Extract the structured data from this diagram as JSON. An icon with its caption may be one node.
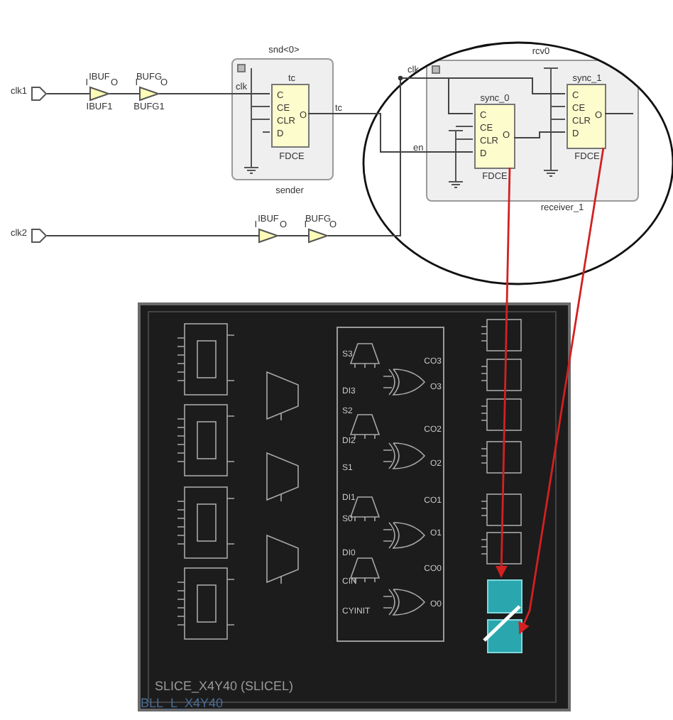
{
  "diagram": {
    "nodes": [
      {
        "text": [
          "clk1"
        ]
      },
      {
        "text": [
          "IBUF",
          "I",
          "O",
          "IBUF1"
        ]
      },
      {
        "text": [
          "BUFG",
          "I",
          "O",
          "BUFG1"
        ]
      },
      {
        "text": [
          "snd<0>",
          "sender"
        ]
      },
      {
        "text": [
          "tc",
          "C",
          "CE",
          "CLR",
          "D",
          "O",
          "FDCE"
        ],
        "in": 3
      },
      {
        "text": [
          "rcv0",
          "receiver_1"
        ]
      },
      {
        "text": [
          "sync_0",
          "C",
          "CE",
          "CLR",
          "D",
          "O",
          "FDCE"
        ],
        "in": 5
      },
      {
        "text": [
          "sync_1",
          "C",
          "CE",
          "CLR",
          "D",
          "O",
          "FDCE"
        ],
        "in": 5
      },
      {
        "text": [
          "clk2"
        ]
      },
      {
        "text": [
          "IBUF",
          "I",
          "O"
        ]
      },
      {
        "text": [
          "BUFG",
          "I",
          "O"
        ]
      },
      {
        "text": [
          "SLICE_X4Y40 (SLICEL)"
        ]
      },
      {
        "text": [
          "S3",
          "DI3",
          "S2",
          "DI2",
          "S1",
          "DI1",
          "S0",
          "DI0",
          "CIN",
          "CYINIT",
          "CO3",
          "O3",
          "CO2",
          "O2",
          "CO1",
          "O1",
          "CO0",
          "O0"
        ],
        "in": 11
      },
      {
        "text": [],
        "shape": "box",
        "in": 11
      },
      {
        "text": [],
        "shape": "box",
        "in": 11
      }
    ],
    "edges": [
      {
        "from": 0,
        "to": 1,
        "arrow": "none"
      },
      {
        "from": 1,
        "to": 2,
        "arrow": "none"
      },
      {
        "from": 2,
        "to": 4,
        "arrow": "none"
      },
      {
        "from": 4,
        "to": 6,
        "arrow": "none"
      },
      {
        "from": 8,
        "to": 9,
        "arrow": "none"
      },
      {
        "from": 9,
        "to": 10,
        "arrow": "none"
      },
      {
        "from": 10,
        "to": 6,
        "arrow": "none"
      },
      {
        "from": 10,
        "to": 7,
        "arrow": "none"
      },
      {
        "from": 6,
        "to": 7,
        "arrow": "none"
      },
      {
        "from": 7,
        "to": null,
        "arrow": "none"
      },
      {
        "from": 6,
        "to": 13,
        "arrow": "to",
        "color": "#d42020"
      },
      {
        "from": 7,
        "to": 14,
        "arrow": "to",
        "color": "#d42020"
      },
      {
        "from": 13,
        "to": 14,
        "arrow": "none",
        "style": "thick",
        "color": "#ffffff"
      }
    ],
    "labels": [
      "clk",
      "clk",
      "tc",
      "en",
      "BLL_L_X4Y40"
    ]
  }
}
